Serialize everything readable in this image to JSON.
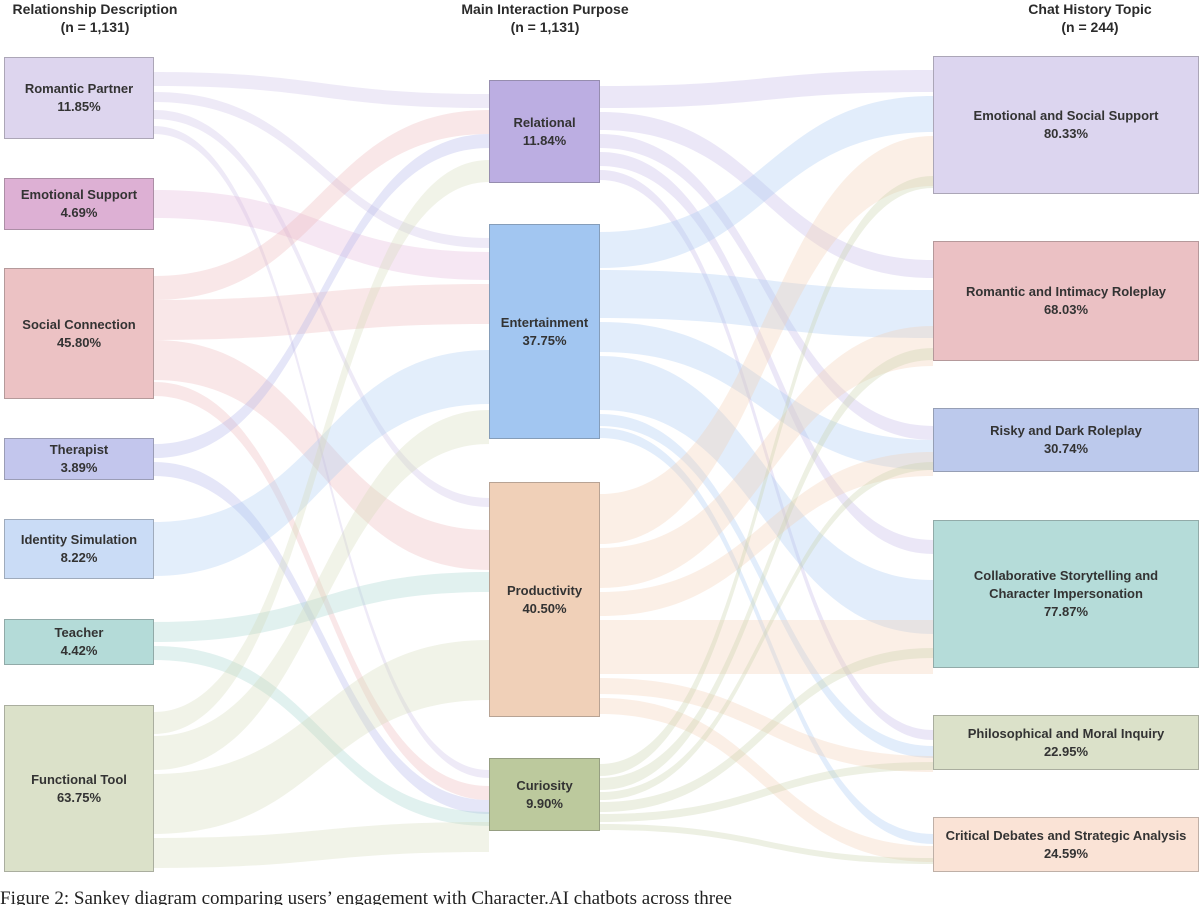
{
  "columns": {
    "left": {
      "title": "Relationship Description",
      "n": "(n = 1,131)"
    },
    "middle": {
      "title": "Main Interaction Purpose",
      "n": "(n = 1,131)"
    },
    "right": {
      "title": "Chat History Topic",
      "n": "(n = 244)"
    }
  },
  "nodes": {
    "left": [
      {
        "id": "romantic",
        "label": "Romantic Partner",
        "value": "11.85%",
        "color": "#ddd5ee"
      },
      {
        "id": "emotional",
        "label": "Emotional Support",
        "value": "4.69%",
        "color": "#ddb0d4"
      },
      {
        "id": "social",
        "label": "Social Connection",
        "value": "45.80%",
        "color": "#ecc2c4"
      },
      {
        "id": "therapist",
        "label": "Therapist",
        "value": "3.89%",
        "color": "#c3c6ed"
      },
      {
        "id": "identity",
        "label": "Identity Simulation",
        "value": "8.22%",
        "color": "#cadcf6"
      },
      {
        "id": "teacher",
        "label": "Teacher",
        "value": "4.42%",
        "color": "#b4dbd8"
      },
      {
        "id": "functional",
        "label": "Functional Tool",
        "value": "63.75%",
        "color": "#dbe1c9"
      }
    ],
    "middle": [
      {
        "id": "relational",
        "label": "Relational",
        "value": "11.84%",
        "color": "#bcaee2"
      },
      {
        "id": "entertainment",
        "label": "Entertainment",
        "value": "37.75%",
        "color": "#a2c6f1"
      },
      {
        "id": "productivity",
        "label": "Productivity",
        "value": "40.50%",
        "color": "#f0d0b8"
      },
      {
        "id": "curiosity",
        "label": "Curiosity",
        "value": "9.90%",
        "color": "#bcc99d"
      }
    ],
    "right": [
      {
        "id": "esupport",
        "lines": [
          "Emotional and Social Support"
        ],
        "value": "80.33%",
        "color": "#dcd5ef"
      },
      {
        "id": "rir",
        "lines": [
          "Romantic and Intimacy Roleplay"
        ],
        "value": "68.03%",
        "color": "#ebc1c4"
      },
      {
        "id": "risky",
        "lines": [
          "Risky and Dark Roleplay"
        ],
        "value": "30.74%",
        "color": "#bcc9ec"
      },
      {
        "id": "collab",
        "lines": [
          "Collaborative Storytelling and",
          "Character Impersonation"
        ],
        "value": "77.87%",
        "color": "#b5dcd9"
      },
      {
        "id": "philo",
        "lines": [
          "Philosophical and Moral Inquiry"
        ],
        "value": "22.95%",
        "color": "#dbe1c9"
      },
      {
        "id": "critical",
        "lines": [
          "Critical Debates and Strategic Analysis"
        ],
        "value": "24.59%",
        "color": "#fae3d6"
      }
    ]
  },
  "caption": "Figure 2: Sankey diagram comparing users’ engagement with Character.AI chatbots across three"
}
